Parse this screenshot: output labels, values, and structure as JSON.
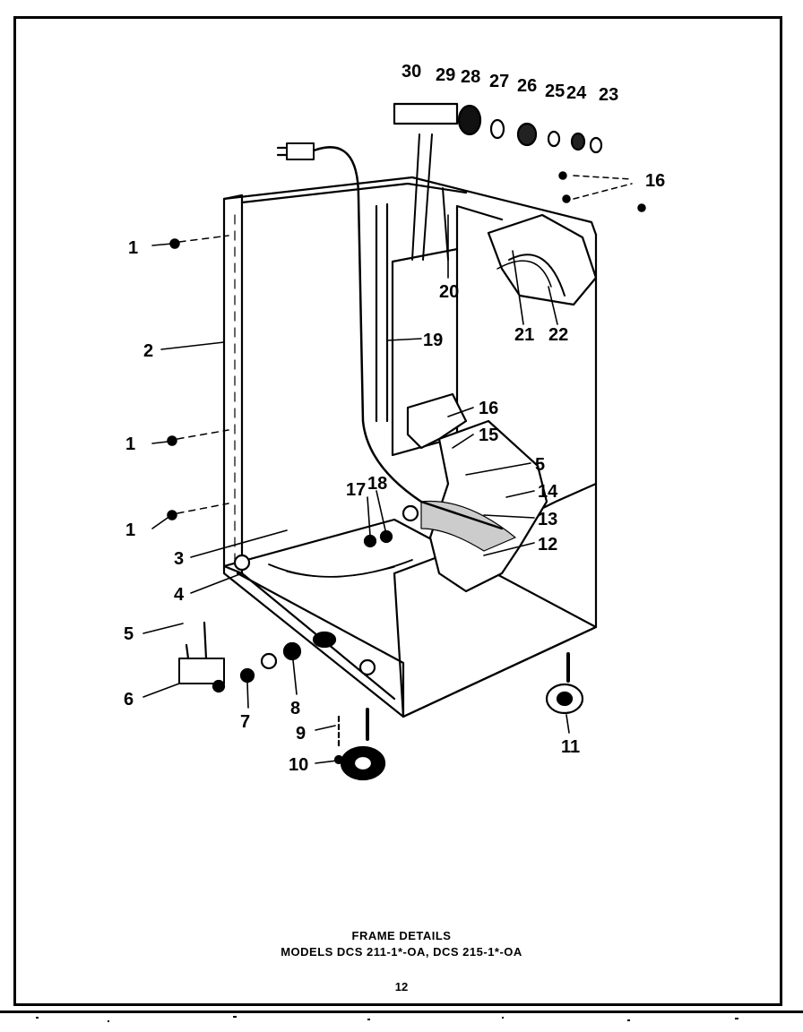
{
  "caption": {
    "title": "FRAME DETAILS",
    "models": "MODELS DCS 211-1*-OA,  DCS 215-1*-OA"
  },
  "page_number": "12",
  "callouts": [
    "1",
    "2",
    "1",
    "1",
    "3",
    "4",
    "5",
    "6",
    "7",
    "8",
    "9",
    "10",
    "11",
    "12",
    "13",
    "14",
    "5",
    "15",
    "16",
    "17",
    "18",
    "19",
    "20",
    "21",
    "22",
    "16",
    "23",
    "24",
    "25",
    "26",
    "27",
    "28",
    "29",
    "30"
  ]
}
